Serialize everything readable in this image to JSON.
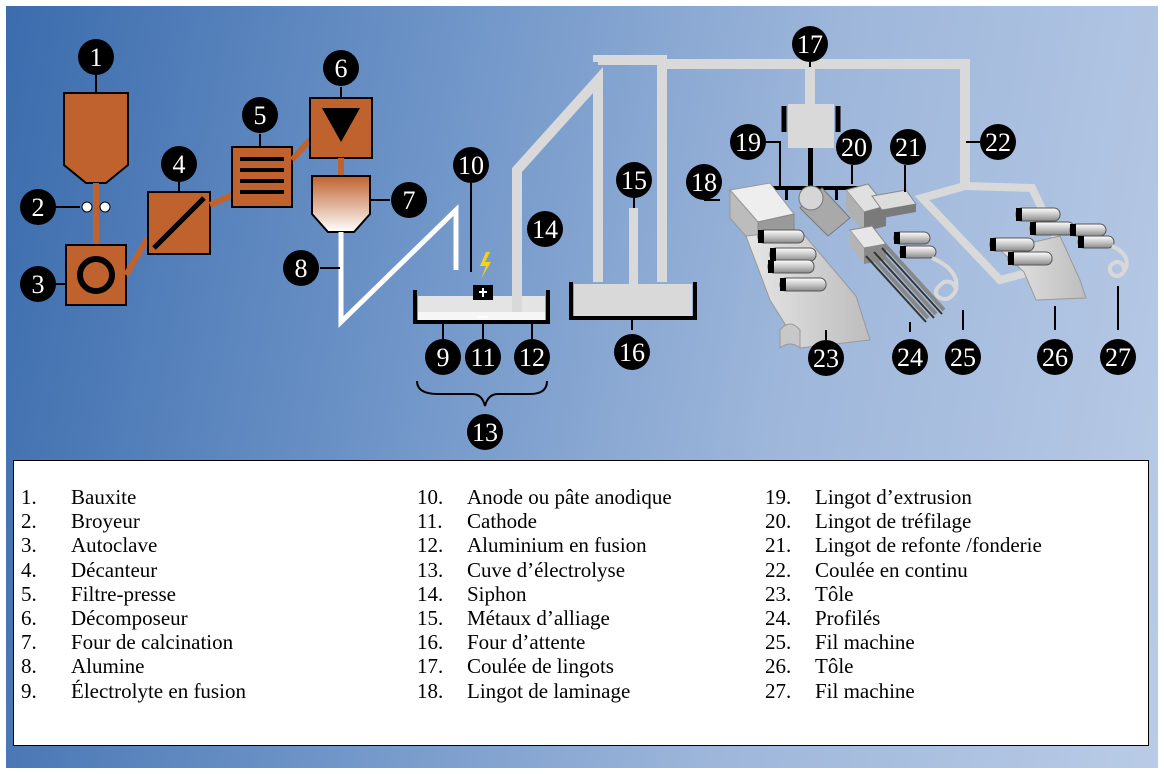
{
  "diagram": {
    "labels": [
      "1",
      "2",
      "3",
      "4",
      "5",
      "6",
      "7",
      "8",
      "9",
      "10",
      "11",
      "12",
      "13",
      "14",
      "15",
      "16",
      "17",
      "18",
      "19",
      "20",
      "21",
      "22",
      "23",
      "24",
      "25",
      "26",
      "27"
    ],
    "cathode_sign": "−"
  },
  "legend": {
    "col1": [
      {
        "num": "1.",
        "text": "Bauxite"
      },
      {
        "num": "2.",
        "text": "Broyeur"
      },
      {
        "num": "3.",
        "text": "Autoclave"
      },
      {
        "num": "4.",
        "text": "Décanteur"
      },
      {
        "num": "5.",
        "text": "Filtre-presse"
      },
      {
        "num": "6.",
        "text": "Décomposeur"
      },
      {
        "num": "7.",
        "text": "Four de calcination"
      },
      {
        "num": "8.",
        "text": "Alumine"
      },
      {
        "num": "9.",
        "text": "Électrolyte en fusion"
      }
    ],
    "col2": [
      {
        "num": "10.",
        "text": "Anode ou pâte anodique"
      },
      {
        "num": "11.",
        "text": "Cathode"
      },
      {
        "num": "12.",
        "text": "Aluminium en fusion"
      },
      {
        "num": "13.",
        "text": "Cuve d’électrolyse"
      },
      {
        "num": "14.",
        "text": "Siphon"
      },
      {
        "num": "15.",
        "text": "Métaux d’alliage"
      },
      {
        "num": "16.",
        "text": "Four d’attente"
      },
      {
        "num": "17.",
        "text": "Coulée de lingots"
      },
      {
        "num": "18.",
        "text": "Lingot de laminage"
      }
    ],
    "col3": [
      {
        "num": "19.",
        "text": "Lingot d’extrusion"
      },
      {
        "num": "20.",
        "text": "Lingot de tréfilage"
      },
      {
        "num": "21.",
        "text": "Lingot de refonte /fonderie"
      },
      {
        "num": "22.",
        "text": "Coulée en continu"
      },
      {
        "num": "23.",
        "text": "Tôle"
      },
      {
        "num": "24.",
        "text": "Profilés"
      },
      {
        "num": "25.",
        "text": "Fil machine"
      },
      {
        "num": "26.",
        "text": "Tôle"
      },
      {
        "num": "27.",
        "text": "Fil machine"
      }
    ]
  },
  "colors": {
    "rust": "#c0622e",
    "pipe": "#d9d9d9",
    "badge": "#000000",
    "background_start": "#3b6cad",
    "background_end": "#b9cbe6"
  }
}
